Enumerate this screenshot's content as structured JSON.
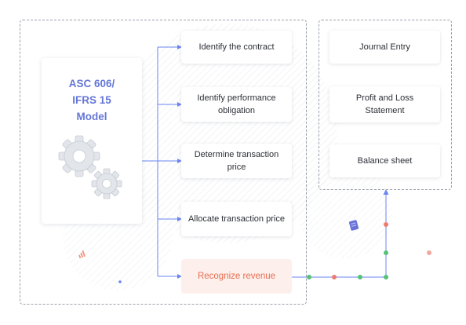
{
  "model": {
    "title_lines": [
      "ASC 606/",
      "IFRS 15",
      "Model"
    ]
  },
  "steps": [
    "Identify the contract",
    "Identify performance obligation",
    "Determine transaction price",
    "Allocate transaction price",
    "Recognize revenue"
  ],
  "outputs": [
    "Journal Entry",
    "Profit and Loss Statement",
    "Balance sheet"
  ],
  "colors": {
    "border": "#9aa0aa",
    "connector": "#6b86f0",
    "model_title": "#6577d6",
    "accent_text": "#ea6b4e",
    "accent_bg": "#fdf0ec",
    "gear": "#e2e5ea",
    "dot_green": "#55c277",
    "dot_red": "#ee7a70"
  },
  "icons": {
    "gears": "gears-icon",
    "arrows": "arrow-head-icon"
  }
}
